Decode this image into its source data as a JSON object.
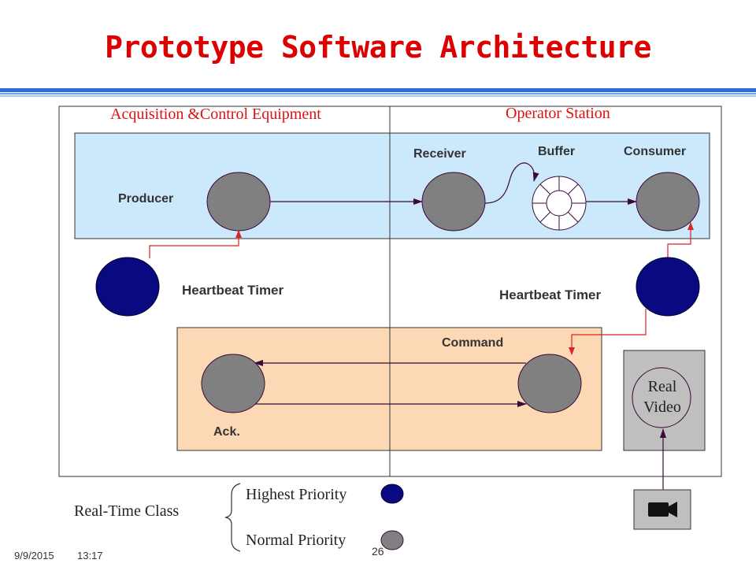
{
  "title": "Prototype Software Architecture",
  "sections": {
    "left": "Acquisition &Control Equipment",
    "right": "Operator Station"
  },
  "nodes": {
    "producer": "Producer",
    "receiver": "Receiver",
    "buffer": "Buffer",
    "consumer": "Consumer",
    "heartbeat_left": "Heartbeat  Timer",
    "heartbeat_right": "Heartbeat  Timer",
    "command": "Command",
    "ack": "Ack.",
    "real_video": "Real\nVideo"
  },
  "legend": {
    "class_label": "Real-Time Class",
    "highest": "Highest Priority",
    "normal": "Normal Priority"
  },
  "footer": {
    "date": "9/9/2015",
    "time": "13:17",
    "page": "26"
  },
  "colors": {
    "title": "#dd0000",
    "blue_region": "#cce8fb",
    "orange_region": "#fcd8b4",
    "video_panel": "#bfbfbf",
    "high_priority": "#0a0a80",
    "normal_priority": "#808080",
    "arrow_red": "#dd2222",
    "arrow_dark": "#3a0a3a"
  }
}
